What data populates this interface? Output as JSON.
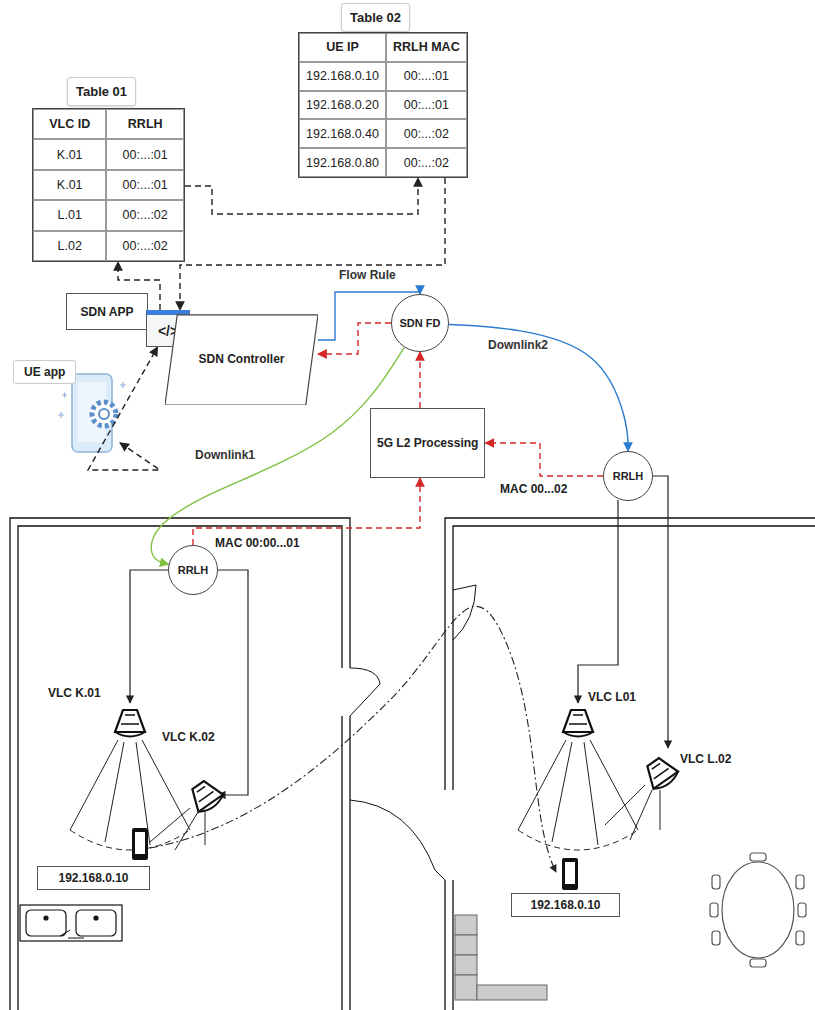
{
  "diagram": {
    "nodes": [
      {
        "text": [
          "Table 02",
          "UE IP",
          "RRLH MAC",
          "192.168.0.10",
          "00:...:01",
          "192.168.0.20",
          "00:...:01",
          "192.168.0.40",
          "00:...:02",
          "192.168.0.80",
          "00:...:02"
        ]
      },
      {
        "text": [
          "Table 01",
          "VLC ID",
          "RRLH",
          "K.01",
          "00:...:01",
          "K.01",
          "00:...:01",
          "L.01",
          "00:...:02",
          "L.02",
          "00:...:02"
        ]
      },
      {
        "text": [
          "SDN APP"
        ]
      },
      {
        "text": [
          "</>"
        ]
      },
      {
        "text": [
          "SDN Controller"
        ]
      },
      {
        "text": [
          "SDN FD"
        ]
      },
      {
        "text": [
          "UE app"
        ]
      },
      {
        "text": [
          "5G L2 Processing"
        ]
      },
      {
        "text": [
          "RRLH"
        ]
      },
      {
        "text": [
          "RRLH"
        ]
      },
      {
        "text": [
          "192.168.0.10"
        ]
      },
      {
        "text": [
          "192.168.0.10"
        ]
      }
    ],
    "edges": [
      {
        "from": 3,
        "to": 1,
        "arrow": "to"
      },
      {
        "from": 1,
        "to": 0,
        "arrow": "to"
      },
      {
        "from": 0,
        "to": 3,
        "arrow": "to"
      },
      {
        "from": 6,
        "to": 3,
        "arrow": "both"
      },
      {
        "from": 4,
        "to": 5,
        "label": "Flow Rule",
        "arrow": "to"
      },
      {
        "from": 5,
        "to": 4,
        "arrow": "to"
      },
      {
        "from": 5,
        "to": 9,
        "label": "Downlink1",
        "arrow": "to"
      },
      {
        "from": 5,
        "to": 8,
        "label": "Downlink2",
        "arrow": "to"
      },
      {
        "from": 7,
        "to": 5,
        "arrow": "to"
      },
      {
        "from": 9,
        "to": 7,
        "arrow": "to"
      },
      {
        "from": 8,
        "to": 7,
        "arrow": "to"
      }
    ],
    "labels": [
      "MAC 00...02",
      "MAC 00:00...01",
      "VLC K.01",
      "VLC K.02",
      "VLC L01",
      "VLC L.02"
    ]
  }
}
